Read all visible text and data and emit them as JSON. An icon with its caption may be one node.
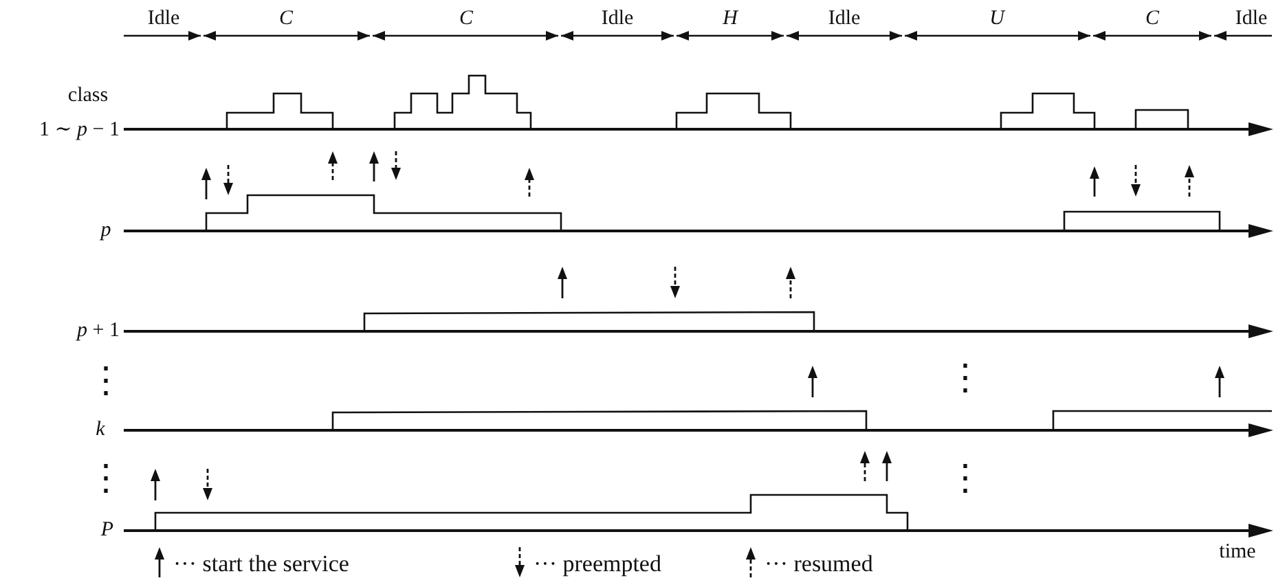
{
  "diagram": {
    "labels": [
      "Idle",
      "C",
      "C",
      "Idle",
      "H",
      "Idle",
      "U",
      "C",
      "Idle",
      "class",
      "1 ∼ *p* − 1",
      "p",
      "*p* + 1",
      "⋮",
      "⋮",
      "k",
      "⋮",
      "⋮",
      "P",
      "time"
    ],
    "legend": [
      {
        "text": "··· start the service"
      },
      {
        "text": "··· preempted"
      },
      {
        "text": "··· resumed"
      }
    ]
  }
}
